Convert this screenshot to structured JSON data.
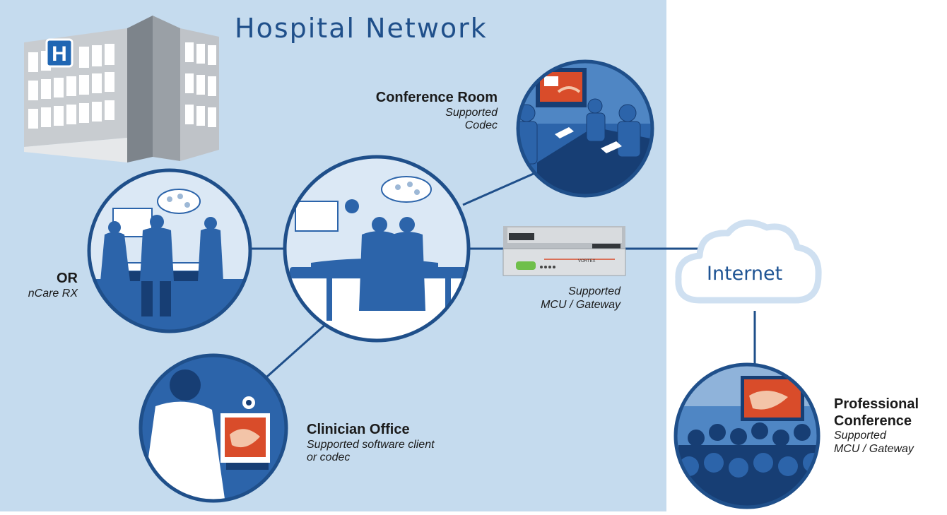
{
  "title": "Hospital Network",
  "internet": "Internet",
  "hospital_sign": "H",
  "mcu_brand": "VORTEX",
  "nodes": {
    "conference_room": {
      "title": "Conference Room",
      "subtitle_1": "Supported",
      "subtitle_2": "Codec"
    },
    "or": {
      "title": "OR",
      "subtitle_1": "nCare RX"
    },
    "mcu": {
      "subtitle_1": "Supported",
      "subtitle_2": "MCU / Gateway"
    },
    "clinician_office": {
      "title": "Clinician Office",
      "subtitle_1": "Supported software client",
      "subtitle_2": "or codec"
    },
    "professional_conference": {
      "title_1": "Professional",
      "title_2": "Conference",
      "subtitle_1": "Supported",
      "subtitle_2": "MCU / Gateway"
    }
  },
  "colors": {
    "network_bg": "#c5dbee",
    "navy": "#1f4f8a",
    "scene_blue": "#2c64aa",
    "dark_blue": "#173e74",
    "light_blue": "#dbe8f5",
    "cloud": "#cfe0f1",
    "building_gray": "#9aa0a6",
    "display_red": "#d94c2a"
  }
}
